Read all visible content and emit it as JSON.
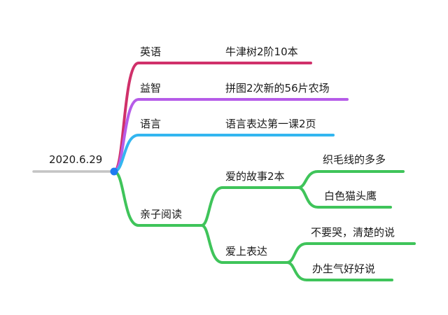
{
  "root": {
    "label": "2020.6.29"
  },
  "colors": {
    "root_line": "#c4c4c4",
    "root_dot": "#1e7bf0",
    "english": "#d0306a",
    "puzzle": "#b65ce8",
    "language": "#33b6f0",
    "reading": "#3fc45a"
  },
  "branches": {
    "english": {
      "label": "英语",
      "child": "牛津树2阶10本"
    },
    "puzzle": {
      "label": "益智",
      "child": "拼图2次新的56片农场"
    },
    "language": {
      "label": "语言",
      "child": "语言表达第一课2页"
    },
    "reading": {
      "label": "亲子阅读",
      "groups": [
        {
          "label": "爱的故事2本",
          "items": [
            "织毛线的多多",
            "白色猫头鹰"
          ]
        },
        {
          "label": "爱上表达",
          "items": [
            "不要哭，清楚的说",
            "办生气好好说"
          ]
        }
      ]
    }
  }
}
